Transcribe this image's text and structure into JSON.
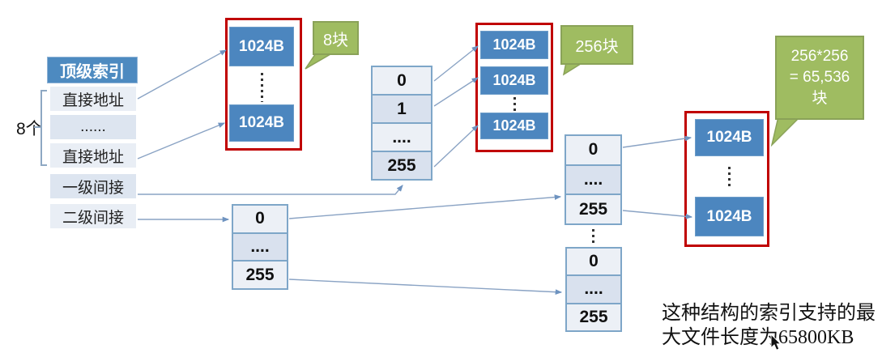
{
  "top_index": {
    "header": "顶级索引",
    "count_label": "8个",
    "rows": [
      "直接地址",
      "......",
      "直接地址",
      "一级间接",
      "二级间接"
    ]
  },
  "direct_blocks": {
    "items": [
      "1024B",
      "1024B"
    ],
    "callout": "8块"
  },
  "single_indirect": {
    "index_table": [
      "0",
      "1",
      "....",
      "255"
    ],
    "blocks": [
      "1024B",
      "1024B",
      "1024B"
    ],
    "callout": "256块"
  },
  "double_indirect": {
    "level1_table": [
      "0",
      "....",
      "255"
    ],
    "level2_table_top": [
      "0",
      "....",
      "255"
    ],
    "level2_table_bottom": [
      "0",
      "....",
      "255"
    ],
    "blocks": [
      "1024B",
      "1024B"
    ],
    "callout_lines": [
      "256*256",
      "= 65,536",
      "块"
    ]
  },
  "note": {
    "line1": "这种结构的索引支持的最",
    "line2": "大文件长度为65800KB"
  },
  "colors": {
    "block_blue": "#4c86bf",
    "header_blue": "#4d8ac0",
    "row_light": "#ecf0f6",
    "row_dark": "#d9e1ee",
    "frame_red": "#c00000",
    "callout_green": "#9fbc61",
    "arrow_blue": "#7d9fc6"
  }
}
